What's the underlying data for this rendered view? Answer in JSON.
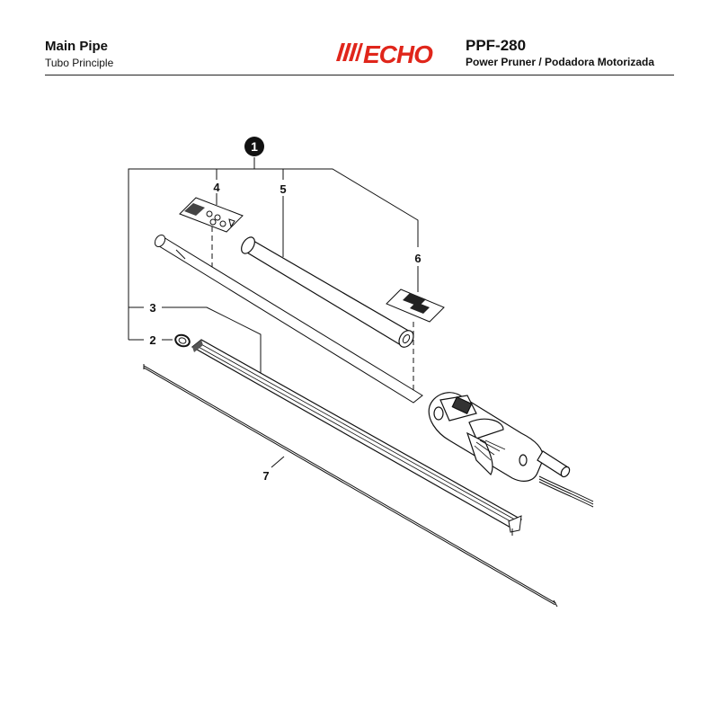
{
  "header": {
    "title": "Main Pipe",
    "subtitle": "Tubo Principle",
    "brand": "ECHO",
    "model": "PPF-280",
    "model_description": "Power Pruner / Podadora Motorizada"
  },
  "callouts": {
    "assembly": "1",
    "p2": "2",
    "p3": "3",
    "p4": "4",
    "p5": "5",
    "p6": "6",
    "p7": "7"
  },
  "colors": {
    "brand_red": "#e0261b",
    "ink": "#111111"
  }
}
